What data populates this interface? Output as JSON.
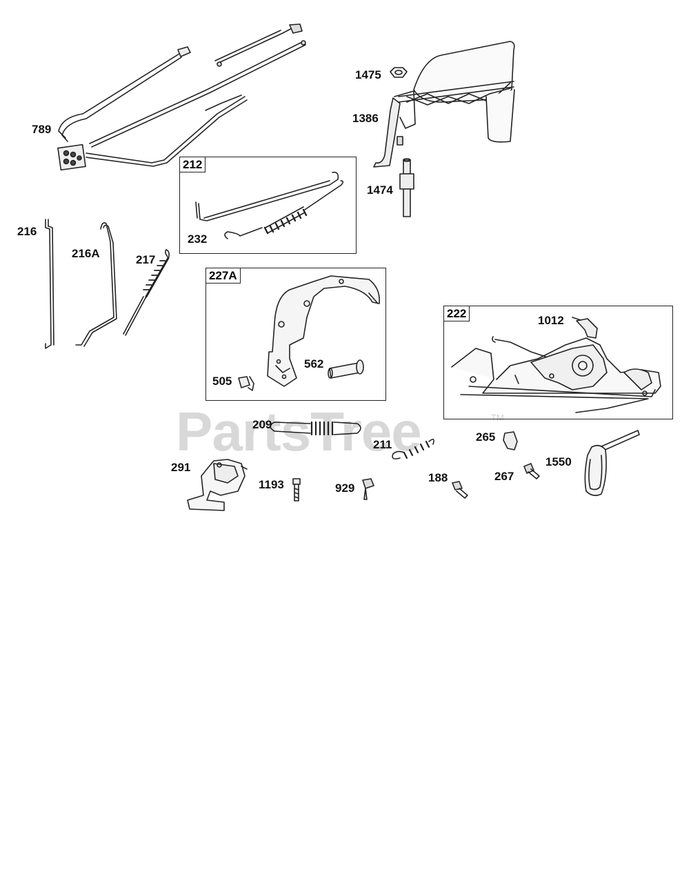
{
  "watermark": {
    "text": "PartsTree",
    "tm": "TM"
  },
  "boxes": {
    "b212": "212",
    "b227A": "227A",
    "b222": "222"
  },
  "labels": {
    "p789": "789",
    "p1475": "1475",
    "p1386": "1386",
    "p1474": "1474",
    "p232": "232",
    "p216": "216",
    "p216A": "216A",
    "p217": "217",
    "p505": "505",
    "p562": "562",
    "p1012": "1012",
    "p209": "209",
    "p211": "211",
    "p265": "265",
    "p291": "291",
    "p1193": "1193",
    "p929": "929",
    "p188": "188",
    "p267": "267",
    "p1550": "1550"
  }
}
